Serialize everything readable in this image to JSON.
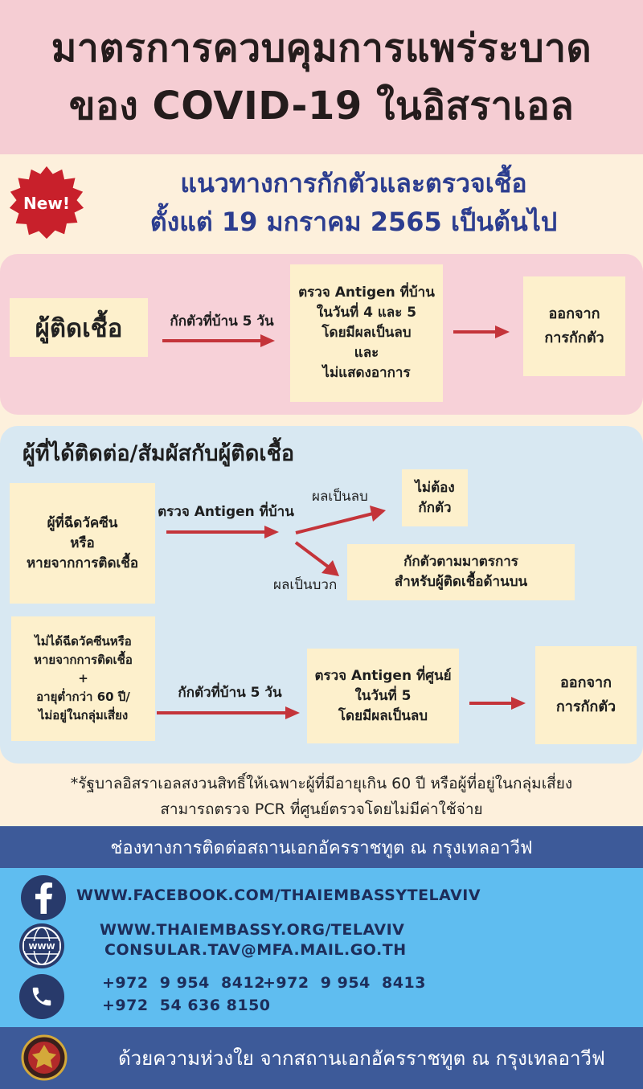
{
  "header": {
    "line1": "มาตรการควบคุมการแพร่ระบาด",
    "line2": "ของ COVID-19 ในอิสราเอล"
  },
  "badge": {
    "label": "New!",
    "color": "#c8202b"
  },
  "subtitle": {
    "line1": "แนวทางการกักตัวและตรวจเชื้อ",
    "line2": "ตั้งแต่ 19 มกราคม 2565 เป็นต้นไป"
  },
  "infected": {
    "title": "ผู้ติดเชื้อ",
    "step_label": "กักตัวที่บ้าน 5 วัน",
    "test_lines": [
      "ตรวจ Antigen ที่บ้าน",
      "ในวันที่ 4 และ 5",
      "โดยมีผลเป็นลบ",
      "และ",
      "ไม่แสดงอาการ"
    ],
    "exit_lines": [
      "ออกจาก",
      "การกักตัว"
    ]
  },
  "contacts": {
    "title": "ผู้ที่ได้ติดต่อ/สัมผัสกับผู้ติดเชื้อ",
    "vaccinated": {
      "lines": [
        "ผู้ที่ฉีดวัคซีน",
        "หรือ",
        "หายจากการติดเชื้อ"
      ],
      "test_label": "ตรวจ Antigen ที่บ้าน",
      "negative_label": "ผลเป็นลบ",
      "positive_label": "ผลเป็นบวก",
      "no_quarantine_lines": [
        "ไม่ต้อง",
        "กักตัว"
      ],
      "quarantine_lines": [
        "กักตัวตามมาตรการ",
        "สำหรับผู้ติดเชื้อด้านบน"
      ]
    },
    "unvaccinated": {
      "lines": [
        "ไม่ได้ฉีดวัคซีนหรือ",
        "หายจากการติดเชื้อ",
        "+",
        "อายุต่ำกว่า 60 ปี/",
        "ไม่อยู่ในกลุ่มเสี่ยง"
      ],
      "step_label": "กักตัวที่บ้าน 5 วัน",
      "test_lines": [
        "ตรวจ Antigen ที่ศูนย์",
        "ในวันที่ 5",
        "โดยมีผลเป็นลบ"
      ],
      "exit_lines": [
        "ออกจาก",
        "การกักตัว"
      ]
    }
  },
  "note": {
    "line1": "*รัฐบาลอิสราเอลสงวนสิทธิ์ให้เฉพาะผู้ที่มีอายุเกิน 60 ปี หรือผู้ที่อยู่ในกลุ่มเสี่ยง",
    "line2": "สามารถตรวจ PCR ที่ศูนย์ตรวจโดยไม่มีค่าใช้จ่าย"
  },
  "contact": {
    "bar_title": "ช่องทางการติดต่อสถานเอกอัครราชทูต ณ กรุงเทลอาวีฟ",
    "facebook": "WWW.FACEBOOK.COM/THAIEMBASSYTELAVIV",
    "www_icon_label": "WWW",
    "website": "WWW.THAIEMBASSY.ORG/TELAVIV",
    "email": "CONSULAR.TAV@MFA.MAIL.GO.TH",
    "phone1": "+972  9 954  8412",
    "phone2": "+972  9 954  8413",
    "phone3": "+972  54 636 8150"
  },
  "footer": {
    "text": "ด้วยความห่วงใย จากสถานเอกอัครราชทูต ณ กรุงเทลอาวีฟ"
  },
  "colors": {
    "arrow": "#c4343a",
    "header_bg": "#f5cdd3",
    "navy": "#3d5a99",
    "sky": "#5fbdf0",
    "subtitle": "#2c3d8f"
  }
}
